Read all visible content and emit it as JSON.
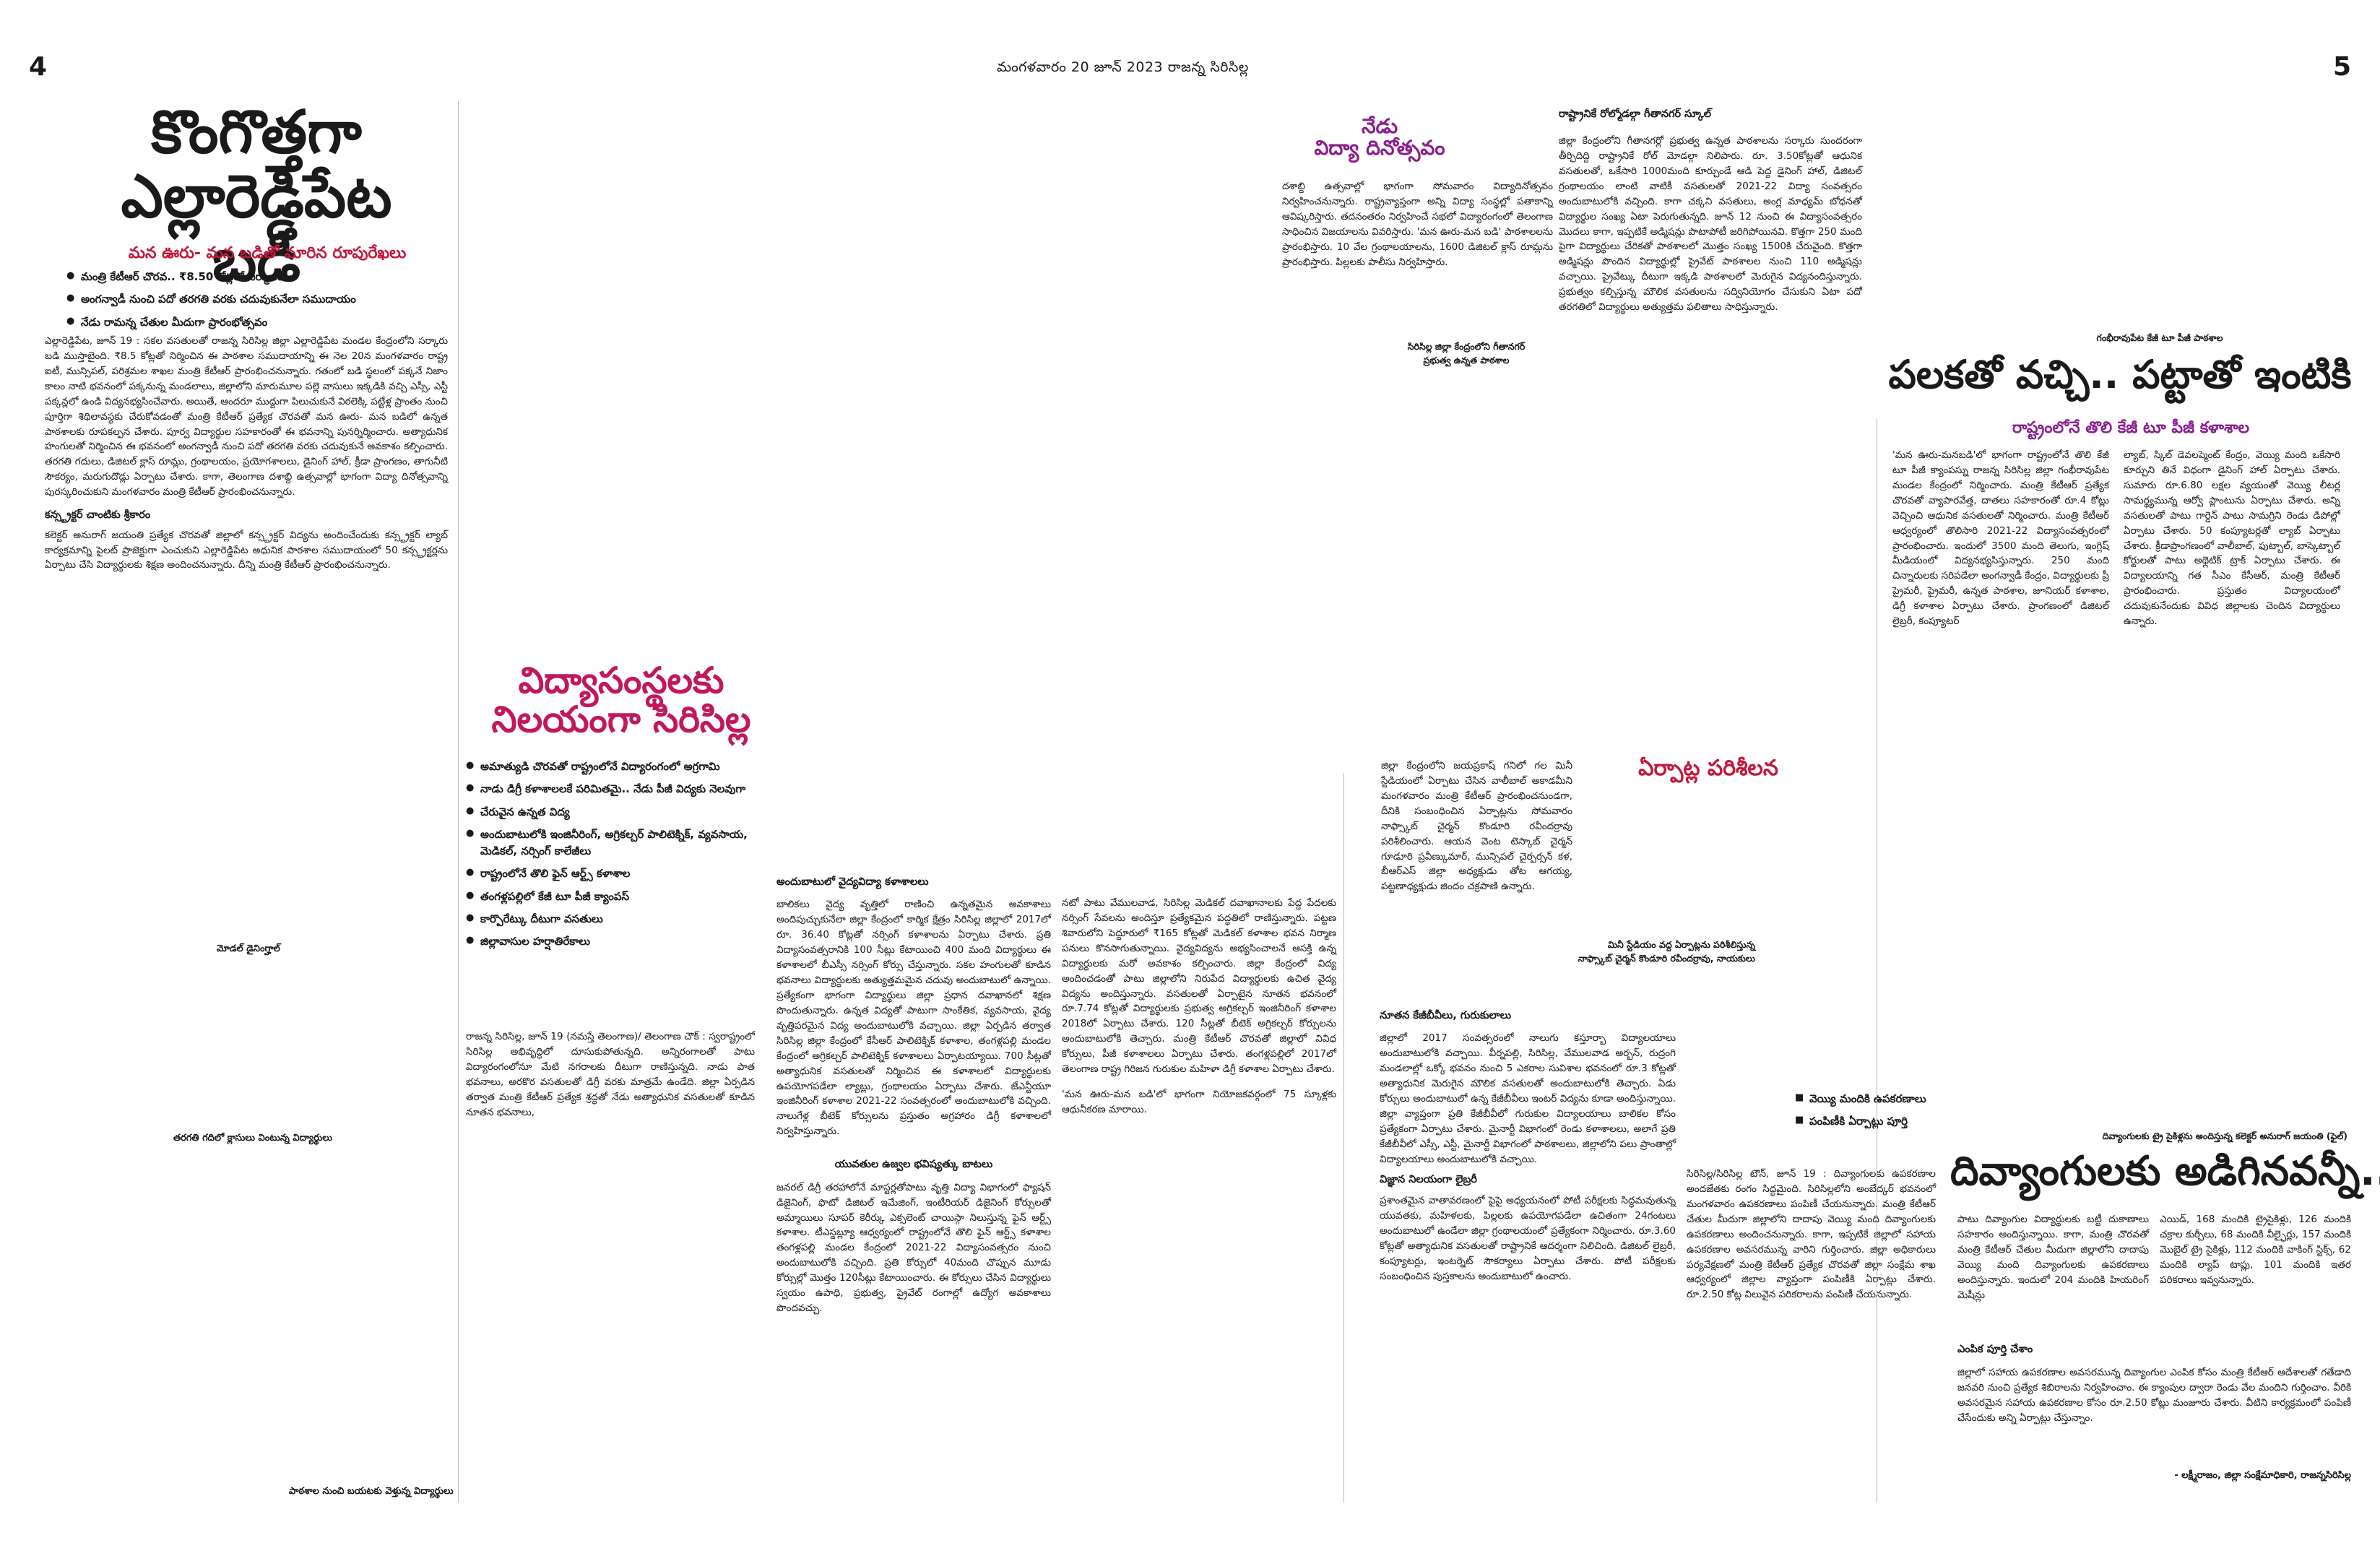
{
  "header": {
    "page_left": "4",
    "page_right": "5",
    "dateline": "మంగళవారం 20 జూన్ 2023 రాజన్న సిరిసిల్ల"
  },
  "story1": {
    "headline_line1": "కొంగొత్తగా",
    "headline_line2": "ఎల్లారెడ్డిపేట బడి",
    "subheadline": "మన ఊరు- మన బడితో మారిన రూపురేఖలు",
    "bullets": [
      "మంత్రి కేటీఆర్ చొరవ.. ₹8.50 కోట్లతో నిర్మాణం",
      "అంగన్వాడీ నుంచి పదో తరగతి వరకు చదువుకునేలా సముదాయం",
      "నేడు రామన్న చేతుల మీదుగా ప్రారంభోత్సవం"
    ],
    "body": "ఎల్లారెడ్డిపేట, జూన్ 19 : సకల వసతులతో రాజన్న సిరిసిల్ల జిల్లా ఎల్లారెడ్డిపేట మండల కేంద్రంలోని సర్కారు బడి ముస్తాబైంది. ₹8.5 కోట్లతో నిర్మించిన ఈ పాఠశాల సముదాయాన్ని ఈ నెల 20న మంగళవారం రాష్ట్ర ఐటీ, మున్సిపల్, పరిశ్రమల శాఖల మంత్రి కేటీఆర్ ప్రారంభించనున్నారు. గతంలో బడి స్థలంలో పక్కనే నిజాం కాలం నాటి భవనంలో పక్కనున్న మండలాలు, జిల్లాలోని మారుమూల పల్లె వాసులు ఇక్కడికి వచ్చి ఎస్సీ, ఎస్టీ పక్కన్లలో ఉండి విద్యనభ్యసించేవారు. అయితే, ఆందరూ ముద్దుగా పిలుచుకునే విఠలెక్కి పట్టేళ్ల ప్రాంతం నుంచి పూర్తిగా శిథిలావస్థకు చేరుకోవడంతో మంత్రి కేటీఆర్ ప్రత్యేక చొరవతో మన ఊరు- మన బడిలో ఉన్నత పాఠశాలకు రూపకల్పన చేశారు. పూర్వ విద్యార్థుల సహకారంతో ఈ భవనాన్ని పునర్నిర్మించారు. అత్యాధునిక హంగులతో నిర్మించిన ఈ భవనంలో అంగన్వాడీ నుంచి పదో తరగతి వరకు చదువుకునే అవకాశం కల్పించారు. తరగతి గదులు, డిజిటల్ క్లాస్ రూమ్లు, గ్రంథాలయం, ప్రయోగశాలలు, డైనింగ్ హాల్, క్రీడా ప్రాంగణం, తాగునీటి సౌకర్యం, మరుగుదొడ్లు ఏర్పాటు చేశారు. కాగా, తెలంగాణ దశాబ్ది ఉత్సవాల్లో భాగంగా విద్యా దినోత్సవాన్ని పురస్కరించుకుని మంగళవారం మంత్రి కేటీఆర్ ప్రారంభించనున్నారు.",
    "subhead2": "కన్స్ట్రక్టర్ చాంటికు శ్రీకారం",
    "body2": "కలెక్టర్ అనురాగ్ జయంతి ప్రత్యేక చొరవతో జిల్లాలో కన్స్ట్రక్టర్ విద్యను అందించేందుకు కన్స్ట్రక్టర్ ల్యాబ్ కార్యక్రమాన్ని పైలట్ ప్రాజెక్టుగా ఎంచుకుని ఎల్లారెడ్డిపేట అధునిక పాఠశాల సముదాయంలో 50 కన్స్ట్రక్టర్లను ఏర్పాటు చేసి విద్యార్థులకు శిక్షణ అందించనున్నారు. దీన్ని మంత్రి కేటీఆర్ ప్రారంభించనున్నారు.",
    "photo1_caption": "మోడల్ డైనింగ్హాల్",
    "photo2_caption": "తరగతి గదిలో క్లాసులు వింటున్న విద్యార్థులు",
    "photo3_caption": "పాఠశాల నుంచి బయటకు వెళ్తున్న విద్యార్థులు"
  },
  "story2": {
    "headline_line1": "విద్యాసంస్థలకు",
    "headline_line2": "నిలయంగా సిరిసిల్ల",
    "bullets": [
      "అమాత్యుడి చొరవతో రాష్ట్రంలోనే విద్యారంగంలో అగ్రగామి",
      "నాడు డిగ్రీ కళాశాలలకే పరిమితమై.. నేడు పీజీ విద్యకు నెలవుగా",
      "చేరువైన ఉన్నత విద్య",
      "అందుబాటులోకి ఇంజినీరింగ్, అగ్రికల్చర్ పాలిటెక్నిక్, వ్యవసాయ, మెడికల్, నర్సింగ్ కాలేజీలు",
      "రాష్ట్రంలోనే తొలి ఫైన్ ఆర్ట్స్ కళాశాల",
      "తంగళ్లపల్లిలో కేజీ టూ పీజీ క్యాంపస్",
      "కార్పొరేట్కు దీటుగా వసతులు",
      "జిల్లావాసుల హర్షాతిరేకాలు"
    ],
    "body1": "రాజన్న సిరిసిల్ల, జూన్ 19 (నమస్తే తెలంగాణ)/ తెలంగాణ చౌక్ : స్వరాష్ట్రంలో సిరిసిల్ల అభివృద్ధిలో దూసుకుపోతున్నది. అన్నిరంగాలతో పాటు విద్యారంగంలోనూ మేటి నగరాలకు దీటుగా రాణిస్తున్నది. నాడు పాత భవనాలు, అరకొర వసతులతో డిగ్రీ వరకు మాత్రమే ఉండేది. జిల్లా ఏర్పడిన తర్వాత మంత్రి కేటీఆర్ ప్రత్యేక శ్రద్ధతో నేడు అత్యాధునిక వసతులతో కూడిన నూతన భవనాలు,",
    "subhead_a": "అందుబాటులో వైద్యవిద్యా కళాశాలలు",
    "body2": "బాలికలు వైద్య వృత్తిలో రాణించి ఉన్నతమైన అవకాశాలు అందిపుచ్చుకునేలా జిల్లా కేంద్రంలో కార్మిక క్షేత్రం సిరిసిల్ల జిల్లాలో 2017లో రూ. 36.40 కోట్లతో నర్సింగ్ కళాశాలను ఏర్పాటు చేశారు. ప్రతి విద్యాసంవత్సరానికి 100 సీట్లు కేటాయించి 400 మంది విద్యార్థులు ఈ కళాశాలలో బీఎస్సీ నర్సింగ్ కోర్సు చేస్తున్నారు. సకల హంగులతో కూడిన భవనాలు విద్యార్థులకు అత్యుత్తమమైన చదువు అందుబాటులో ఉన్నాయి. ప్రత్యేకంగా భాగంగా విద్యార్థులు జిల్లా ప్రధాన దవాఖానలో శిక్షణ పొందుతున్నారు. ఉన్నత విద్యతో పాటుగా సాంకేతిక, వ్యవసాయ, వైద్య వృత్తిపరమైన విద్య అందుబాటులోకి వచ్చాయి. జిల్లా ఏర్పడిన తర్వాత సిరిసిల్ల జిల్లా కేంద్రంలో కేసీఆర్ పాలిటెక్నిక్ కళాశాల, తంగళ్లపల్లి మండల కేంద్రంలో అగ్రికల్చర్ పాలిటెక్నిక్ కళాశాలలు ఏర్పాటయ్యాయి. 700 సీట్లతో అత్యాధునిక వసతులతో నిర్మించిన ఈ కళాశాలలో విద్యార్థులకు ఉపయోగపడేలా ల్యాబ్లు, గ్రంథాలయం ఏర్పాటు చేశారు. జేఎన్టీయూ ఇంజినీరింగ్ కళాశాల 2021-22 సంవత్సరంలో అందుబాటులోకి వచ్చింది. నాలుగేళ్ల బీటెక్ కోర్సులను ప్రస్తుతం అగ్రహారం డిగ్రీ కళాశాలలో నిర్వహిస్తున్నారు.",
    "subhead_b": "యువతుల ఉజ్వల భవిష్యత్కు బాటలు",
    "body3": "జనరల్ డిగ్రీ తరహాలోనే మాస్టర్లతోపాటు వృత్తి విద్యా విభాగంలో ఫ్యాషన్ డిజైనింగ్, ఫొటో డిజిటల్ ఇమేజింగ్, ఇంటీరియర్ డిజైనింగ్ కోర్సులతో అమ్మాయిలు సూపర్ కెరీర్కు ఎక్సలెంట్ చాయిస్గా నిలుస్తున్న ఫైన్ ఆర్ట్స్ కళాశాల. టీఎస్డబ్ల్యూ ఆధ్వర్యంలో రాష్ట్రంలోనే తొలి ఫైన్ ఆర్ట్స్ కళాశాల తంగళ్లపల్లి మండల కేంద్రంలో 2021-22 విద్యాసంవత్సరం నుంచి అందుబాటులోకి వచ్చింది. ప్రతి కోర్సులో 40మంది చొప్పున మూడు కోర్సుల్లో మొత్తం 120సీట్లు కేటాయించారు. ఈ కోర్సులు చేసిన విద్యార్థులు స్వయం ఉపాధి, ప్రభుత్వ, ప్రైవేట్ రంగాల్లో ఉద్యోగ అవకాశాలు పొందవచ్చు.",
    "body4": "నటో పాటు వేములవాడ, సిరిసిల్ల మెడికల్ దవాఖానాలకు పేద్ద పేదలకు నర్సింగ్ సేవలను అందిస్తూ ప్రత్యేకమైన పద్ధతిలో రాణిస్తున్నారు. పట్టణ శివారులోని పెద్దూరులో ₹165 కోట్లతో మెడికల్ కళాశాల భవన నిర్మాణ పనులు కొనసాగుతున్నాయి. వైద్యవిద్యను అభ్యసించాలనే ఆసక్తి ఉన్న విద్యార్థులకు మరో అవకాశం కల్పించారు. జిల్లా కేంద్రంలో విద్య అందించడంతో పాటు జిల్లాలోని నిరుపేద విద్యార్థులకు ఉచిత వైద్య విద్యను అందిస్తున్నారు. వసతులతో ఏర్పాటైన నూతన భవనంలో రూ.7.74 కోట్లతో విద్యార్థులకు ప్రభుత్వ అగ్రికల్చర్ ఇంజినీరింగ్ కళాశాల 2018లో ఏర్పాటు చేశారు. 120 సీట్లతో బీటెక్ అగ్రికల్చర్ కోర్సులను అందుబాటులోకి తెచ్చారు. మంత్రి కేటీఆర్ చొరవతో జిల్లాలో వివిధ కోర్సులు, పీజీ కళాశాలలు ఏర్పాటు చేశారు. తంగళ్లపల్లిలో 2017లో తెలంగాణ రాష్ట్ర గిరిజన గురుకుల మహిళా డిగ్రీ కళాశాల ఏర్పాటు చేశారు.",
    "body5": "'మన ఊరు-మన బడి'లో భాగంగా నియోజకవర్గంలో 75 స్కూళ్లకు ఆధునీకరణ మారాయి."
  },
  "story3": {
    "kicker": "నేడు",
    "headline": "విద్యా దినోత్సవం",
    "body": "దశాబ్ది ఉత్సవాల్లో భాగంగా సోమవారం విద్యాదినోత్సవం నిర్వహించనున్నారు. రాష్ట్రవ్యాప్తంగా అన్ని విద్యా సంస్థల్లో పతాకాన్ని ఆవిష్కరిస్తారు. తదనంతరం నిర్వహించే సభలో విద్యారంగంలో తెలంగాణ సాధించిన విజయాలను వివరిస్తారు. 'మన ఊరు-మన బడి' పాఠశాలలను ప్రారంభిస్తారు. 10 వేల గ్రంథాలయాలను, 1600 డిజిటల్ క్లాస్ రూమ్లను ప్రారంభిస్తారు. పిల్లలకు పాలీసు నిర్వహిస్తారు.",
    "photo_caption_line1": "సిరిసిల్ల జిల్లా కేంద్రంలోని గీతానగర్",
    "photo_caption_line2": "ప్రభుత్వ ఉన్నత పాఠశాల"
  },
  "story4": {
    "subhead": "రాష్ట్రానికే రోల్మోడల్గా గీతానగర్ స్కూల్",
    "body": "జిల్లా కేంద్రంలోని గీతానగర్లో ప్రభుత్వ ఉన్నత పాఠశాలను సర్కారు సుందరంగా తీర్చిదిద్ది రాష్ట్రానికే రోల్ మోడల్గా నిలిపారు. రూ. 3.50కోట్లతో ఆధునిక వసతులతో, ఒకేసారి 1000మంది కూర్చుండే ఆడి పెద్ద డైనింగ్ హాల్, డిజిటల్ గ్రంథాలయం లాంటి వాటికీ వసతులతో 2021-22 విద్యా సంవత్సరం అందుబాటులోకి వచ్చింది. కాగా చక్కని వసతులు, అంగ్ల మాధ్యమ్ బోధనతో విద్యార్థుల సంఖ్య ఏటా పెరుగుతున్నది. జూన్ 12 నుంచి ఈ విద్యాసంవత్సరం మొదలు కాగా, ఇప్పటికే అడ్మిషన్లు పొటాపోటీ జరిగిపోయినవి. కొత్తగా 250 మంది పైగా విద్యార్థులు చేరికతో పాఠశాలలో మొత్తం సంఖ్య 1500కి చేరువైంది. కొత్తగా అడ్మిషన్లు పొందిన విద్యార్థుల్లో ప్రైవేట్ పాఠశాలల నుంచి 110 అడ్మిషన్లు వచ్చాయి. ప్రైవేట్కు దీటుగా ఇక్కడి పాఠశాలలో మెరుగైన విద్యనందిస్తున్నారు. ప్రభుత్వం కల్పిస్తున్న మౌలిక వసతులను సద్వినియోగం చేసుకుని ఏటా పదో తరగతిలో విద్యార్థులు అత్యుత్తమ ఫలితాలు సాధిస్తున్నారు."
  },
  "story5": {
    "headline": "ఏర్పాట్ల పరిశీలన",
    "body": "జిల్లా కేంద్రంలోని జయప్రకాష్ గనిలో గల మినీ స్టేడియంలో ఏర్పాటు చేసిన వాలీబాల్ అకాడమీని మంగళవారం మంత్రి కేటీఆర్ ప్రారంభించనుండగా, దీనికి సంబంధించిన ఏర్పాట్లను సోమవారం నాఫ్స్కాబ్ చైర్మన్ కొండూరి రవీందర్రావు పరిశీలించారు. ఆయన వెంట టెస్కాబ్ చైర్మన్ గూడూరి ప్రవీణ్కుమార్, మున్సిపల్ చైర్పర్సన్ కళ, బీఆర్ఎస్ జిల్లా అధ్యక్షుడు తోట ఆగయ్య, పట్టణాధ్యక్షుడు జిందం చక్రపాణి ఉన్నారు.",
    "photo_caption_line1": "మినీ స్టేడియం వద్ద ఏర్పాట్లను పరిశీలిస్తున్న",
    "photo_caption_line2": "నాఫ్స్కాబ్ చైర్మన్ కొండూరి రవీందర్రావు, నాయకులు",
    "subhead_a": "నూతన కేజీబీవీలు, గురుకులాలు",
    "body2": "జిల్లాలో 2017 సంవత్సరంలో నాలుగు కస్తూర్బా విద్యాలయాలు అందుబాటులోకి వచ్చాయి. వీర్నపల్లి, సిరిసిల్ల, వేములవాడ అర్బన్, రుద్రంగి మండలాల్లో ఒక్కో భవనం నుంచి 5 ఎకరాల సువిశాల భవనంలో రూ.3 కోట్లతో అత్యాధునిక మెరుగైన మౌలిక వసతులతో అందుబాటులోకి తెచ్చారు. ఏడు కోర్సులు అందుబాటులో ఉన్న కేజీబీవీలు ఇంటర్ విద్యను కూడా అందిస్తున్నాయి. జిల్లా వ్యాప్తంగా ప్రతి కేజీబీవీలో గురుకుల విద్యాలయాలు బాలికల కోసం ప్రత్యేకంగా ఏర్పాటు చేశారు. మైనార్టీ విభాగంలో రెండు కళాశాలలు, అలాగే ప్రతి కేజీబీవీలో ఎస్సీ, ఎస్టీ, మైనార్టీ విభాగంలో పాఠశాలలు, జిల్లాలోని పలు ప్రాంతాల్లో విద్యాలయాలు అందుబాటులోకి వచ్చాయి.",
    "subhead_b": "విజ్ఞాన నిలయంగా లైబ్రరీ",
    "body3": "ప్రశాంతమైన వాతావరణంలో పైపై అధ్యయనంలో పోటీ పరీక్షలకు సిద్ధమవుతున్న యువతకు, మహిళలకు, పిల్లలకు ఉపయోగపడేలా ఉచితంగా 24గంటలు అందుబాటులో ఉండేలా జిల్లా గ్రంథాలయంలో ప్రత్యేకంగా నిర్మించారు. రూ.3.60 కోట్లతో అత్యాధునిక వసతులతో రాష్ట్రానికే ఆదర్శంగా నిలిచింది. డిజిటల్ లైబ్రరీ, కంప్యూటర్లు, ఇంటర్నెట్ సౌకర్యాలు ఏర్పాటు చేశారు. పోటీ పరీక్షలకు సంబంధించిన పుస్తకాలను అందుబాటులో ఉంచారు.",
    "box_bullets": [
      "వెయ్యి మందికి ఉపకరణాలు",
      "పంపిణీకి ఏర్పాట్లు పూర్తి"
    ],
    "body4": "సిరిసిల్ల/సిరిసిల్ల టౌన్, జూన్ 19 : దివ్యాంగులకు ఉపకరణాల అందజేతకు రంగం సిద్ధమైంది. సిరిసిల్లలోని అంబేద్కర్ భవనంలో మంగళవారం ఉపకరణాలు పంపిణీ చేయనున్నారు. మంత్రి కేటీఆర్ చేతుల మీదుగా జిల్లాలోని దాదాపు వెయ్యి మంది దివ్యాంగులకు ఉపకరణాలు అందించనున్నారు. కాగా, ఇప్పటికే జిల్లాలో సహాయ ఉపకరణాల అవసరమున్న వారిని గుర్తించారు. జిల్లా అధికారులు పర్యవేక్షణలో మంత్రి కేటీఆర్ ప్రత్యేక చొరవతో జిల్లా సంక్షేమ శాఖ ఆధ్వర్యంలో జిల్లాల వ్యాప్తంగా పంపిణీకి ఏర్పాట్లు చేశారు. రూ.2.50 కోట్ల విలువైన పరికరాలను పంపిణీ చేయనున్నారు."
  },
  "story6": {
    "kicker": "గంభీరావుపేట కేజీ టూ పీజీ పాఠశాల",
    "headline": "పలకతో వచ్చి.. పట్టాతో ఇంటికి",
    "subheadline": "రాష్ట్రంలోనే తొలి కేజీ టూ పీజీ కళాశాల",
    "body1": "'మన ఊరు-మనబడి'లో భాగంగా రాష్ట్రంలోనే తొలి కేజీ టూ పీజీ క్యాంపస్ను రాజన్న సిరిసిల్ల జిల్లా గంభీరావుపేట మండల కేంద్రంలో నిర్మించారు. మంత్రి కేటీఆర్ ప్రత్యేక చొరవతో వ్యాపారవేత్త, దాతలు సహకారంతో రూ.4 కోట్లు వెచ్చించి ఆధునిక వసతులతో నిర్మించారు. మంత్రి కేటీఆర్ ఆధ్వర్యంలో తొలిసారి 2021-22 విద్యాసంవత్సరంలో ప్రారంభించారు. ఇందులో 3500 మంది తెలుగు, ఇంగ్లిష్ మీడియంలో విద్యనభ్యసిస్తున్నారు. 250 మంది చిన్నారులకు సరిపడేలా అంగన్వాడీ కేంద్రం, విద్యార్థులకు ప్రీ ప్రైమరీ, ప్రైమరీ, ఉన్నత పాఠశాల, జూనియర్ కళాశాల, డిగ్రీ కళాశాల ఏర్పాటు చేశారు. ప్రాంగణంలో డిజిటల్ లైబ్రరీ, కంప్యూటర్",
    "body2": "ల్యాబ్, స్కిల్ డెవలప్మెంట్ కేంద్రం, వెయ్యి మంది ఒకేసారి కూర్చుని తినే విధంగా డైనింగ్ హాల్ ఏర్పాటు చేశారు. సుమారు రూ.6.80 లక్షల వ్యయంతో వెయ్యి లీటర్ల సామర్థ్యమున్న ఆర్వో ప్లాంటును ఏర్పాటు చేశారు. అన్ని వసతులతో పాటు గార్డెన్ పాటు సామగ్రిని రెండు డిపోల్లో ఏర్పాటు చేశారు. 50 కంప్యూటర్లతో ల్యాబ్ ఏర్పాటు చేశారు. క్రీడాప్రాంగణంలో వాలీబాల్, ఫుట్బాల్, బాస్కెట్బాల్ కోర్టులతో పాటు అథ్లెటిక్ ట్రాక్ ఏర్పాటు చేశారు. ఈ విద్యాలయాన్ని గత సీఎం కేసీఆర్, మంత్రి కేటీఆర్ ప్రారంభించారు. ప్రస్తుతం విద్యాలయంలో చదువుకునేందుకు వివిధ జిల్లాలకు చెందిన విద్యార్థులు ఉన్నారు."
  },
  "story7": {
    "kicker": "దివ్యాంగులకు ట్రై సైకిళ్లను అందిస్తున్న కలెక్టర్ అనురాగ్ జయంతి (ఫైల్)",
    "headline": "దివ్యాంగులకు అడిగినవన్నీ..",
    "body1": "పాటు దివ్యాంగుల విద్యార్థులకు బట్టీ దుకాణాలు సహకారం అందిస్తున్నాయి. కాగా, మంత్రి చొరవతో మంత్రి కేటీఆర్ చేతుల మీదుగా జిల్లాలోని దాదాపు వెయ్యి మంది దివ్యాంగులకు ఉపకరణాలు అందిస్తున్నారు. ఇందులో 204 మందికి హియరింగ్ మెషీన్లు",
    "body2": "ఎయిడ్, 168 మందికి ట్రైసైకిళ్లు, 126 మందికి చక్రాల కుర్చీలు, 68 మందికి వీల్ఛైర్లు, 157 మందికి మొబైల్ ట్రై సైకిళ్లు, 112 మందికి వాకింగ్ స్టిక్స్, 62 మందికి ల్యాప్ టాప్లు, 101 మందికి ఇతర పరికరాలు ఇవ్వనున్నారు.",
    "subhead": "ఎంపిక పూర్తి చేశాం",
    "body3": "జిల్లాలో సహాయ ఉపకరణాల అవసరమున్న దివ్యాంగుల ఎంపిక కోసం మంత్రి కేటీఆర్ ఆదేశాలతో గతేడాది జనవరి నుంచి ప్రత్యేక శిబిరాలను నిర్వహించాం. ఈ క్యాంపుల ద్వారా రెండు వేల మందిని గుర్తించాం. వీరికి అవసరమైన సహాయ ఉపకరణాల కోసం రూ.2.50 కోట్లు మంజూరు చేశారు. వీటిని కార్యక్రమంలో పంపిణీ చేసేందుకు అన్ని ఏర్పాట్లు చేస్తున్నాం.",
    "byline": "- లక్ష్మీరాజం, జిల్లా సంక్షేమాధికారి, రాజన్నసిరిసిల్ల"
  }
}
